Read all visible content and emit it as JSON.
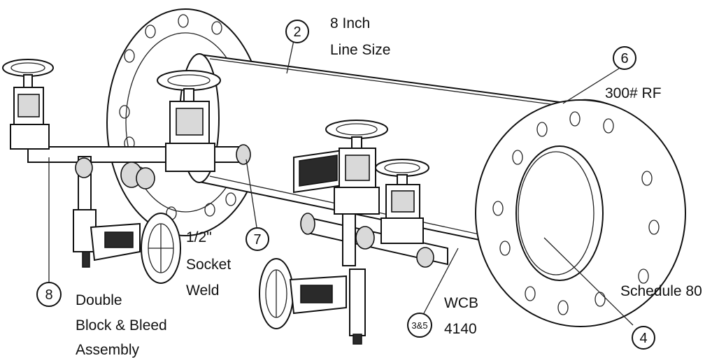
{
  "callouts": [
    {
      "id": "2",
      "label_lines": [
        "8 Inch",
        "Line Size"
      ]
    },
    {
      "id": "6",
      "label_lines": [
        "300# RF"
      ]
    },
    {
      "id": "7",
      "label_lines": [
        "1/2\"",
        "Socket",
        "Weld"
      ]
    },
    {
      "id": "8",
      "label_lines": [
        "Double",
        "Block & Bleed",
        "Assembly"
      ]
    },
    {
      "id": "3&5",
      "label_lines": [
        "WCB",
        "4140"
      ]
    },
    {
      "id": "4",
      "label_lines": [
        "Schedule 80"
      ]
    }
  ]
}
